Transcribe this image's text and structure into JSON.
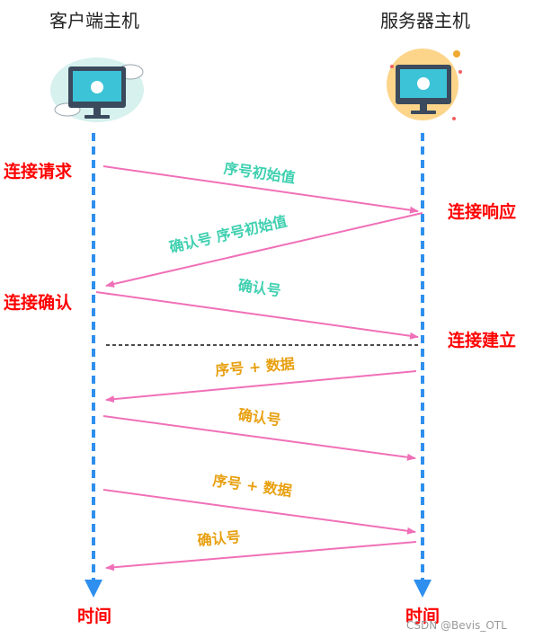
{
  "client": {
    "title": "客户端主机",
    "icon": "apple-computer-icon"
  },
  "server": {
    "title": "服务器主机",
    "icon": "apple-computer-icon"
  },
  "events": {
    "connect_request": "连接请求",
    "connect_response": "连接响应",
    "connect_confirm": "连接确认",
    "connect_established": "连接建立"
  },
  "messages": {
    "m1": "序号初始值",
    "m2": "确认号  序号初始值",
    "m3": "确认号",
    "m4": "序号 + 数据",
    "m5": "确认号",
    "m6": "序号 + 数据",
    "m7": "确认号"
  },
  "time_label_client": "时间",
  "time_label_server": "时间",
  "watermark": "CSDN @Bevis_OTL",
  "colors": {
    "timeline": "#2f8fee",
    "arrow": "#f070b8",
    "handshake_text": "#3fd0b0",
    "data_text": "#e8a010",
    "event_text": "#ff0000"
  }
}
